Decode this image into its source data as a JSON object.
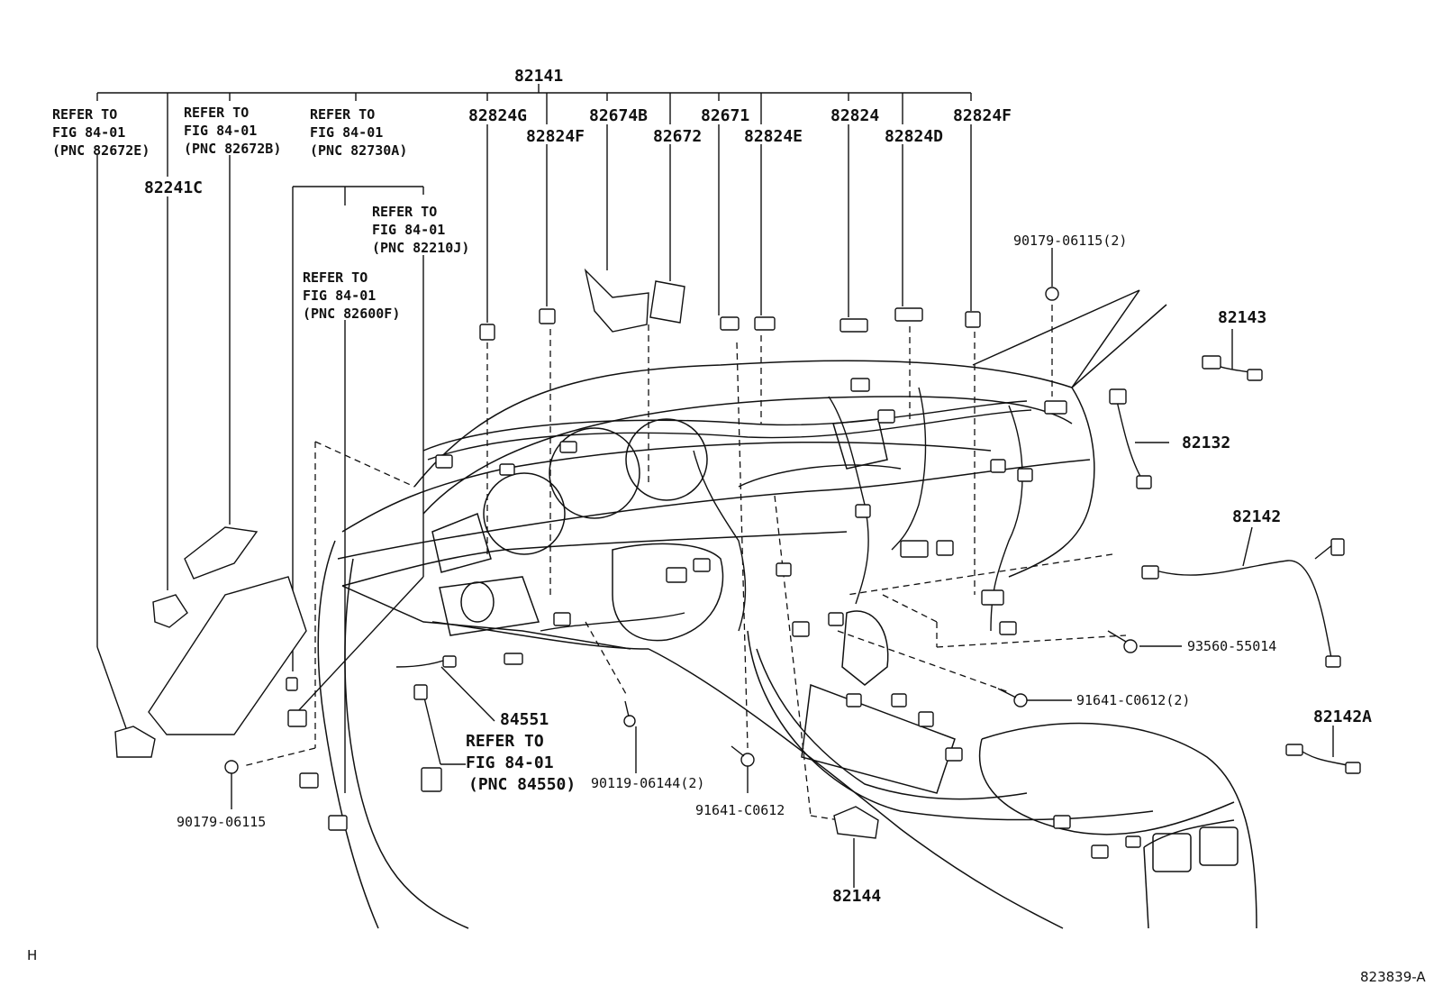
{
  "labels": {
    "main": "82141",
    "p82241c": "82241C",
    "p82824g": "82824G",
    "p82824f_a": "82824F",
    "p82674b": "82674B",
    "p82672": "82672",
    "p82671": "82671",
    "p82824e": "82824E",
    "p82824": "82824",
    "p82824d": "82824D",
    "p82824f_b": "82824F",
    "p82143": "82143",
    "p82132": "82132",
    "p82142": "82142",
    "p82142a": "82142A",
    "p82144": "82144",
    "p84551": "84551",
    "b90179_06115_2": "90179-06115(2)",
    "b93560_55014": "93560-55014",
    "b91641_c0612_2": "91641-C0612(2)",
    "b90119_06144_2": "90119-06144(2)",
    "b91641_c0612": "91641-C0612",
    "b90179_06115": "90179-06115"
  },
  "refs": {
    "ref1": [
      "REFER TO",
      "FIG 84-01",
      "(PNC 82672E)"
    ],
    "ref2": [
      "REFER TO",
      "FIG 84-01",
      "(PNC 82672B)"
    ],
    "ref3": [
      "REFER TO",
      "FIG 84-01",
      "(PNC 82730A)"
    ],
    "ref4": [
      "REFER TO",
      "FIG 84-01",
      "(PNC 82210J)"
    ],
    "ref5": [
      "REFER TO",
      "FIG 84-01",
      "(PNC 82600F)"
    ],
    "ref6": [
      "REFER TO",
      "FIG 84-01",
      "(PNC 84550)"
    ]
  },
  "footer": {
    "corner_mark": "H",
    "drawing_id": "823839-A"
  }
}
